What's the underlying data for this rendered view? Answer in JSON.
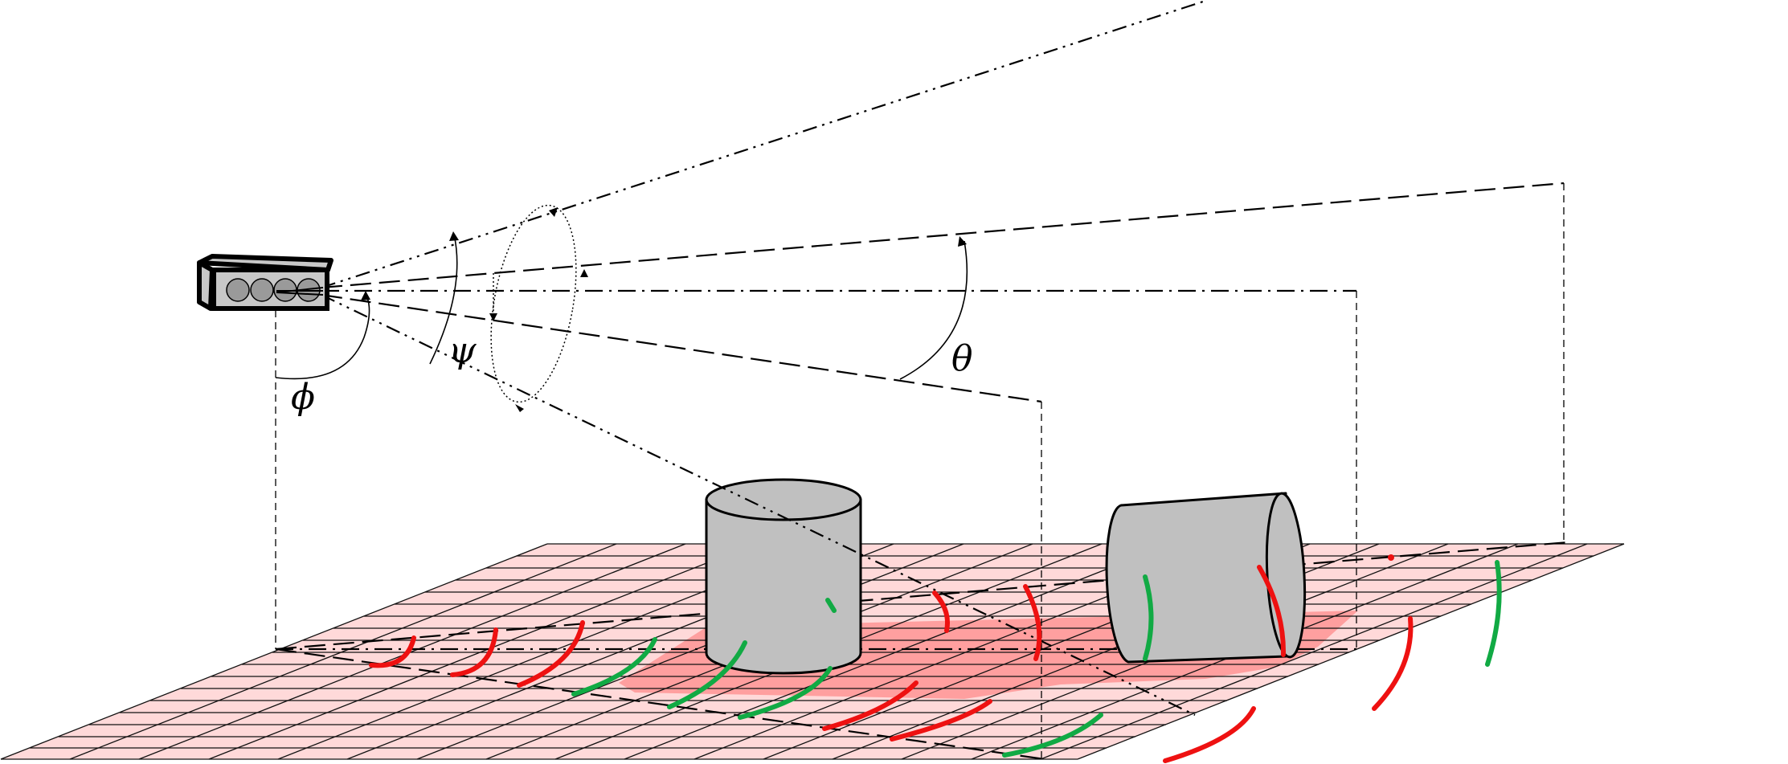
{
  "labels": {
    "phi": "ϕ",
    "psi": "ψ",
    "theta": "θ"
  },
  "colors": {
    "floor_light": "#ffd9d9",
    "floor_dark": "#ff9f9f",
    "floor_grid": "#111111",
    "object_fill": "#c0c0c0",
    "sensor_fill": "#c8c8c8",
    "ray": "#000000",
    "reflection_red": "#ee1111",
    "reflection_green": "#11aa44"
  },
  "icons": {
    "sensor": "sonar-sensor-array-icon",
    "upright_object": "upright-cylinder-icon",
    "tilted_object": "tilted-cylinder-icon"
  }
}
